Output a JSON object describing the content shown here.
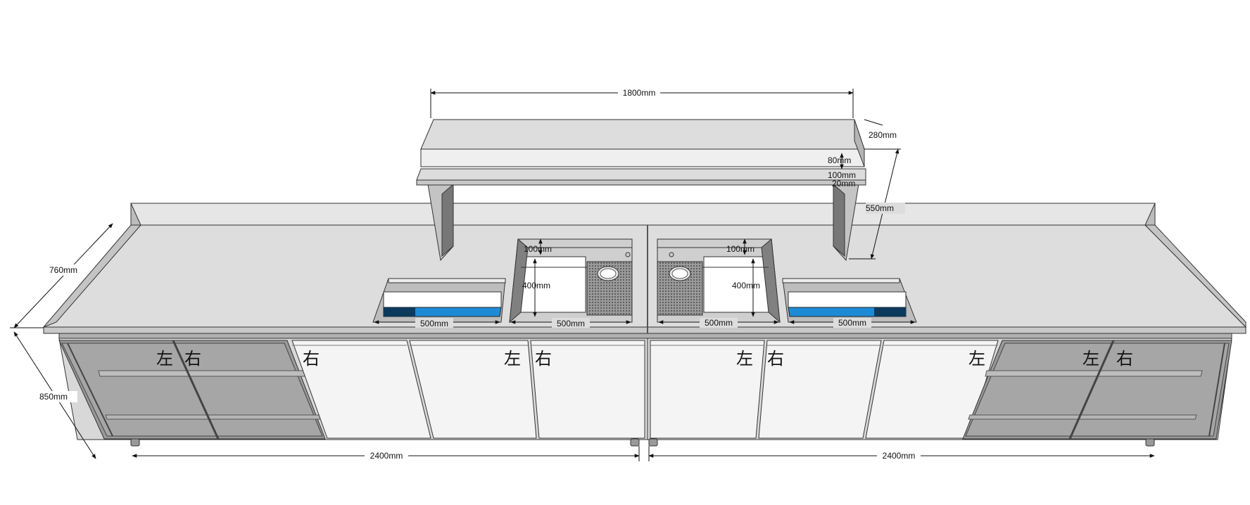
{
  "colors": {
    "top": "#dddddd",
    "steel": "#c9c9c9",
    "glass": "#999999",
    "door": "#f4f4f4",
    "blue": "#1e8ad6",
    "dark_blue": "#0b3a5c",
    "outline": "#333333"
  },
  "dimensions": {
    "shelf_length": "1800mm",
    "shelf_depth": "280mm",
    "shelf_rim": "80mm",
    "shelf_gap": "100mm",
    "shelf_thickness": "20mm",
    "shelf_height": "550mm",
    "counter_depth": "760mm",
    "counter_height": "850mm",
    "left_length": "2400mm",
    "right_length": "2400mm",
    "sink_rim_left": "100mm",
    "sink_depth_left": "400mm",
    "sink_rim_right": "100mm",
    "sink_depth_right": "400mm",
    "well_1_width": "500mm",
    "sink_1_width": "500mm",
    "sink_2_width": "500mm",
    "well_2_width": "500mm"
  },
  "door_labels": {
    "glass_1_left": "左",
    "glass_1_right": "右",
    "door_1": "右",
    "door_2": "左",
    "door_3": "右",
    "door_4": "左",
    "door_5": "右",
    "door_6": "左",
    "glass_2_left": "左",
    "glass_2_right": "右"
  }
}
